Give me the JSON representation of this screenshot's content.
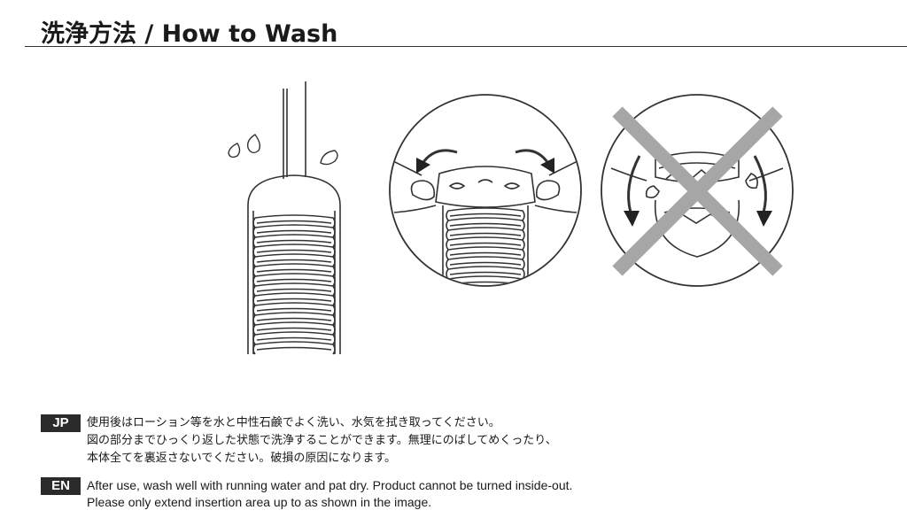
{
  "header": {
    "title": "洗浄方法 / How to Wash"
  },
  "illustrations": {
    "steps": [
      {
        "icon": "rinse-under-water-icon"
      },
      {
        "icon": "fold-back-rim-icon"
      },
      {
        "icon": "do-not-invert-icon"
      }
    ],
    "colors": {
      "line": "#333333",
      "cross": "#a6a6a6"
    }
  },
  "instructions": {
    "jp": {
      "badge": "JP",
      "lines": [
        "使用後はローション等を水と中性石鹸でよく洗い、水気を拭き取ってください。",
        "図の部分までひっくり返した状態で洗浄することができます。無理にのばしてめくったり、",
        "本体全てを裏返さないでください。破損の原因になります。"
      ]
    },
    "en": {
      "badge": "EN",
      "lines": [
        "After use, wash well with running water and pat dry. Product cannot be turned inside-out.",
        "Please only extend insertion area up to as shown in the image."
      ]
    }
  }
}
